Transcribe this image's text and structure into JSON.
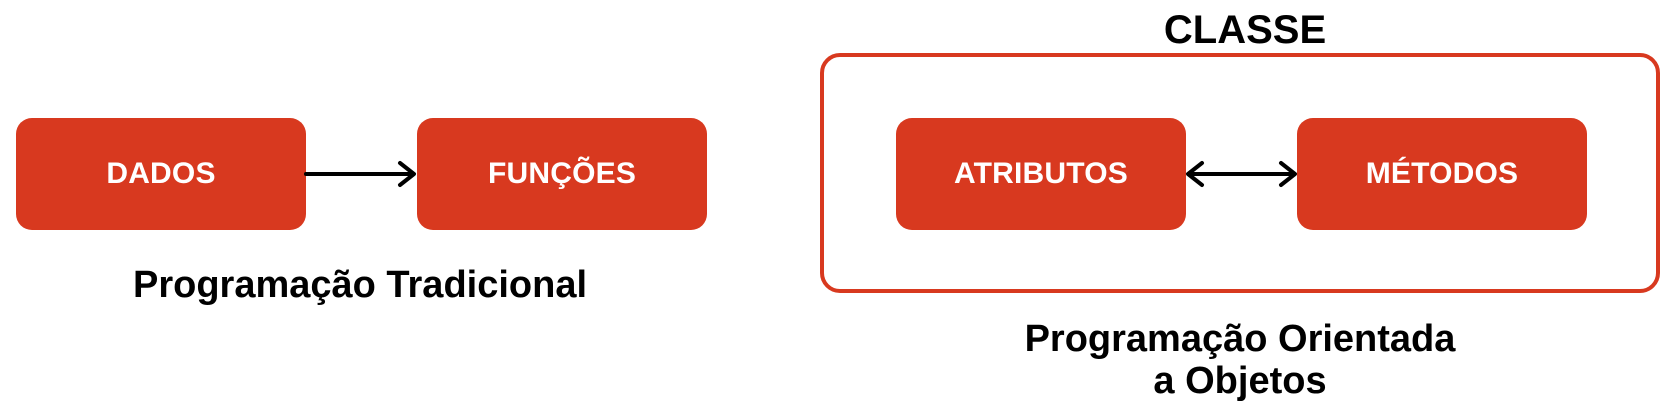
{
  "traditional": {
    "box_data": "DADOS",
    "box_functions": "FUNÇÕES",
    "caption": "Programação Tradicional"
  },
  "oop": {
    "class_title": "CLASSE",
    "box_attributes": "ATRIBUTOS",
    "box_methods": "MÉTODOS",
    "caption_line1": "Programação Orientada",
    "caption_line2": "a Objetos"
  },
  "colors": {
    "accent": "#d8391f",
    "text_on_accent": "#ffffff",
    "arrow": "#000000"
  }
}
